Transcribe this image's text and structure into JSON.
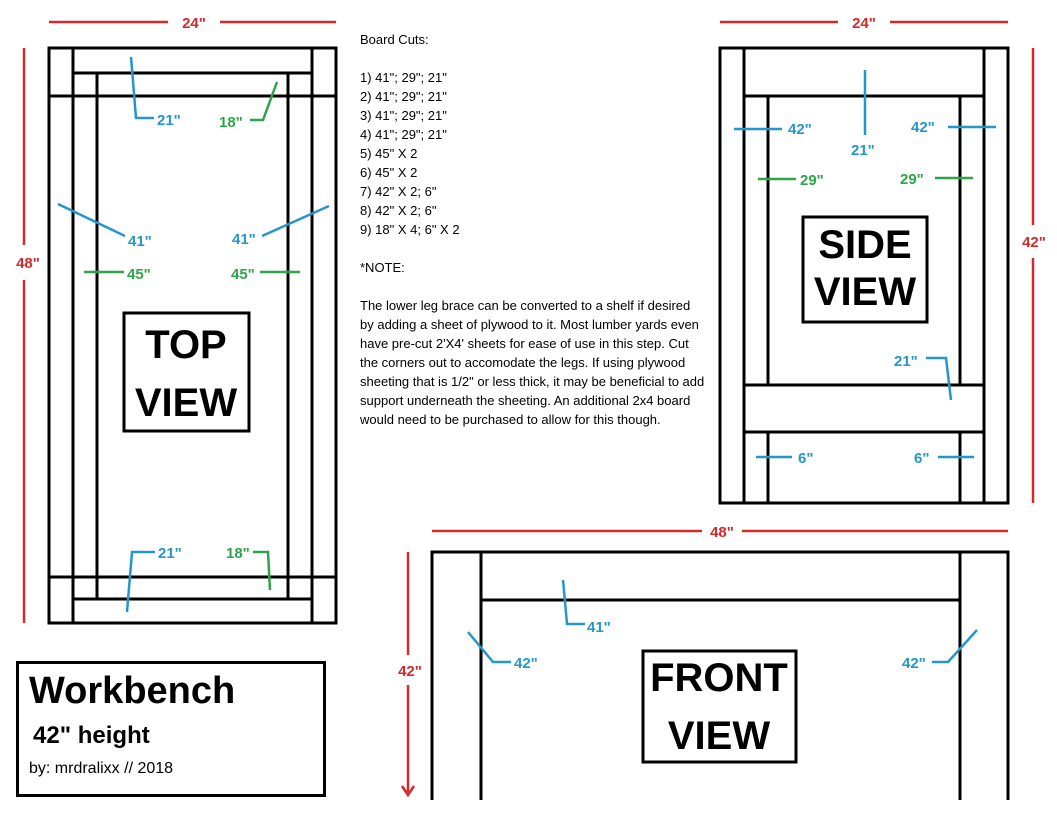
{
  "colors": {
    "outline": "#000000",
    "dimension_red": "#d42a2a",
    "dimension_blue": "#2496c8",
    "dimension_green": "#2ea34a"
  },
  "title_block": {
    "title": "Workbench",
    "subtitle": "42\" height",
    "byline": "by: mrdralixx // 2018"
  },
  "notes": {
    "heading": "Board Cuts:",
    "cuts": [
      "1) 41\"; 29\"; 21\"",
      "2) 41\"; 29\"; 21\"",
      "3) 41\"; 29\"; 21\"",
      "4) 41\"; 29\"; 21\"",
      "5) 45\" X 2",
      "6) 45\" X 2",
      "7) 42\" X 2; 6\"",
      "8) 42\" X 2; 6\"",
      "9) 18\" X 4; 6\" X 2"
    ],
    "note_heading": "*NOTE:",
    "note_text": "The lower leg brace can be converted to a shelf if desired by adding a sheet of plywood to it.  Most lumber yards even have pre-cut 2'X4' sheets for ease of use in this step.  Cut the corners out to accomodate the legs.  If using plywood sheeting that is 1/2\" or less thick, it may be beneficial to add support underneath the sheeting.  An additional 2x4 board would need to be purchased to allow for this though."
  },
  "top_view": {
    "label_line1": "TOP",
    "label_line2": "VIEW",
    "width": "24\"",
    "length": "48\"",
    "top_21": "21\"",
    "top_18": "18\"",
    "left_41": "41\"",
    "right_41": "41\"",
    "left_45": "45\"",
    "right_45": "45\"",
    "bottom_21": "21\"",
    "bottom_18": "18\""
  },
  "side_view": {
    "label_line1": "SIDE",
    "label_line2": "VIEW",
    "width": "24\"",
    "height": "42\"",
    "left_42": "42\"",
    "right_42": "42\"",
    "center_21": "21\"",
    "left_29": "29\"",
    "right_29": "29\"",
    "brace_21": "21\"",
    "left_6": "6\"",
    "right_6": "6\""
  },
  "front_view": {
    "label_line1": "FRONT",
    "label_line2": "VIEW",
    "width": "48\"",
    "height": "42\"",
    "top_41": "41\"",
    "left_42": "42\"",
    "right_42": "42\""
  }
}
